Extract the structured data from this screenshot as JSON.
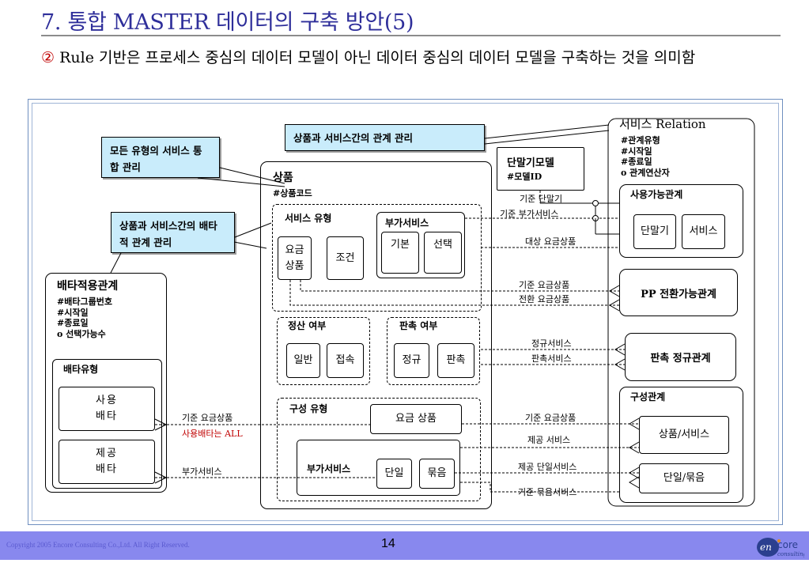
{
  "title": "7. 통합 MASTER 데이터의 구축 방안(5)",
  "subtitle": {
    "marker": "②",
    "text": " Rule 기반은 프로세스 중심의 데이터 모델이 아닌 데이터 중심의 데이터 모델을 구축하는 것을 의미함"
  },
  "callouts": {
    "service_integration": "모든 유형의 서비스 통합 관리",
    "product_service_relation": "상품과 서비스간의 관계 관리",
    "exclusive_relation": "상품과 서비스간의 배타적 관계 관리"
  },
  "product": {
    "title": "상품",
    "attr": "#상품코드",
    "service_type": {
      "title": "서비스 유형",
      "rate_product": "요금 상품",
      "condition": "조건",
      "addon": {
        "title": "부가서비스",
        "basic": "기본",
        "select": "선택"
      }
    },
    "settlement": {
      "title": "정산 여부",
      "general": "일반",
      "access": "접속"
    },
    "promotion": {
      "title": "판촉 여부",
      "regular": "정규",
      "promo": "판촉"
    },
    "composition": {
      "title": "구성 유형",
      "rate_product": "요금 상품",
      "addon_title": "부가서비스",
      "single": "단일",
      "bundle": "묶음"
    }
  },
  "exclusive": {
    "title": "배타적용관계",
    "attrs": "#배타그룹번호\n#시작일\n#종료일\no 선택가능수",
    "type_title": "배타유형",
    "use": "사용 배타",
    "provide": "제공 배타"
  },
  "terminal": {
    "title": "단말기모델",
    "attr": "#모델ID"
  },
  "service_relation": {
    "title": "서비스 Relation",
    "attrs": "#관계유형\n#시작일\n#종료일\no 관계연산자",
    "available": {
      "title": "사용가능관계",
      "terminal": "단말기",
      "service": "서비스"
    },
    "pp_switch": "PP 전환가능관계",
    "promo_regular": "판촉 정규관계",
    "composition": {
      "title": "구성관계",
      "product_service": "상품/서비스",
      "single_bundle": "단일/묶음"
    }
  },
  "links": {
    "base_terminal": "기준 단말기",
    "base_addon": "기준 부가서비스",
    "target_rate": "대상 요금상품",
    "base_rate_pp": "기준 요금상품",
    "switch_rate": "전환 요금상품",
    "regular_service": "정규서비스",
    "promo_service": "판촉서비스",
    "base_rate_comp": "기준 요금상품",
    "provide_service": "제공 서비스",
    "provide_single": "제공 단일서비스",
    "base_bundle": "기준 묶음서비스",
    "excl_base_rate": "기준 요금상품",
    "excl_all": "사용배타는 ALL",
    "excl_addon": "부가서비스"
  },
  "colors": {
    "title": "#2e2e9a",
    "callout": "#c9ecfb",
    "footer": "#8888ee",
    "red_note": "#c00000"
  },
  "footer": {
    "copyright": "Copyright 2005 Encore Consulting Co.,Ltd. All Right Reserved.",
    "page": "14",
    "logo": "encore consulting"
  }
}
